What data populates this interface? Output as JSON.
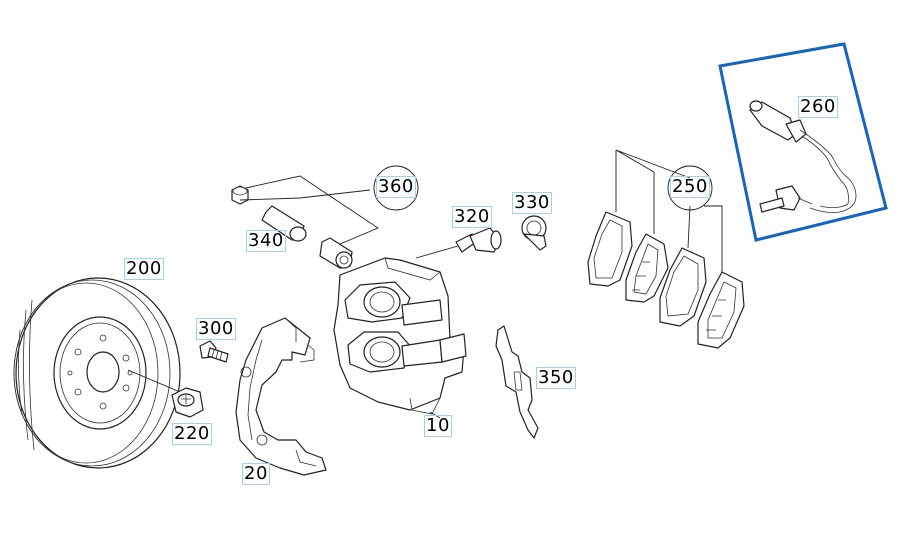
{
  "diagram": {
    "parts": [
      {
        "id": "part-200",
        "label": "200"
      },
      {
        "id": "part-220",
        "label": "220"
      },
      {
        "id": "part-300",
        "label": "300"
      },
      {
        "id": "part-20",
        "label": "20"
      },
      {
        "id": "part-10",
        "label": "10"
      },
      {
        "id": "part-340",
        "label": "340"
      },
      {
        "id": "part-360",
        "label": "360"
      },
      {
        "id": "part-320",
        "label": "320"
      },
      {
        "id": "part-330",
        "label": "330"
      },
      {
        "id": "part-350",
        "label": "350"
      },
      {
        "id": "part-250",
        "label": "250"
      },
      {
        "id": "part-260",
        "label": "260"
      }
    ],
    "highlight_color": "#1565c0",
    "label_border_color": "#9ed3f0"
  }
}
